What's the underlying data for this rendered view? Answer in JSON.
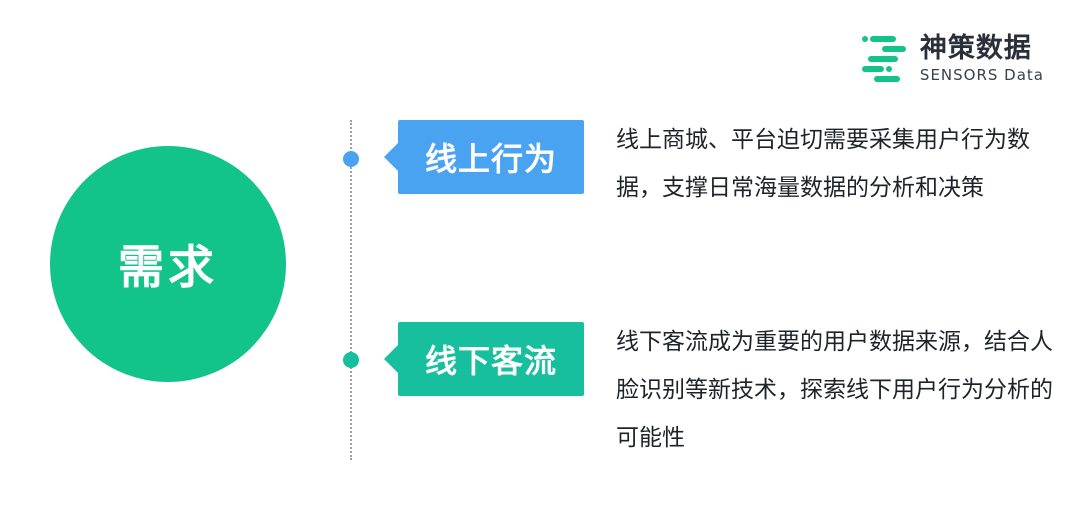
{
  "logo": {
    "cn": "神策数据",
    "en": "SENSORS Data",
    "color": "#12c38a"
  },
  "center": {
    "label": "需求",
    "color": "#12c38a"
  },
  "branches": [
    {
      "label": "线上行为",
      "color": "#4aa3f0",
      "description": "线上商城、平台迫切需要采集用户行为数据，支撑日常海量数据的分析和决策"
    },
    {
      "label": "线下客流",
      "color": "#17bf9e",
      "description": "线下客流成为重要的用户数据来源，结合人脸识别等新技术，探索线下用户行为分析的可能性"
    }
  ]
}
